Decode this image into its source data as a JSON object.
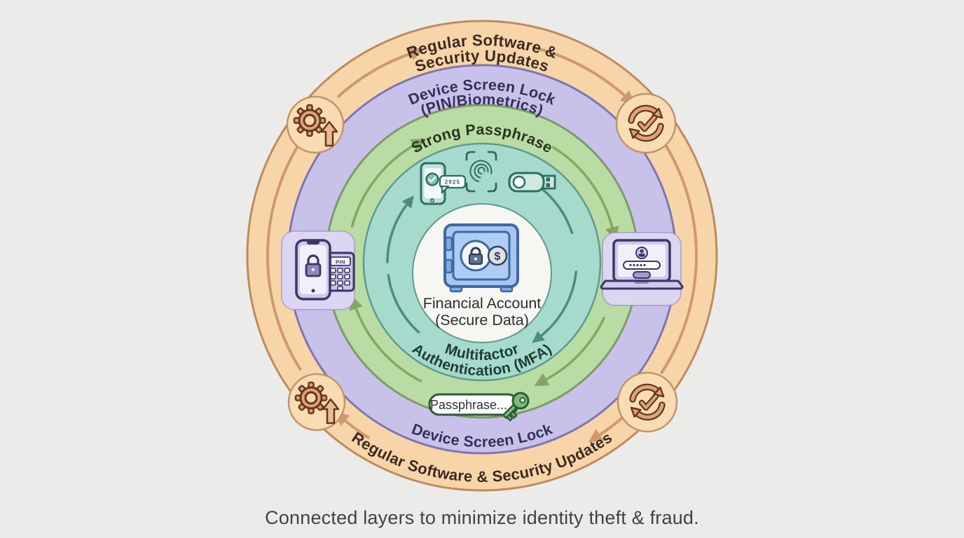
{
  "diagram": {
    "caption": "Connected layers to minimize identity theft & fraud.",
    "background_color": "#ebebe9",
    "center": {
      "title_line1": "Financial Account",
      "title_line2": "(Secure Data)",
      "icon": "safe-with-lock-and-dollar-icon",
      "currency_symbol": "$",
      "fill": "#f7f6f2"
    },
    "rings": {
      "updates": {
        "top_label_line1": "Regular Software &",
        "top_label_line2": "Security Updates",
        "bottom_label": "Regular Software & Security Updates",
        "fill": "#f8d5a8",
        "border": "#bf8a5c",
        "arrow_color": "#cf9a6b",
        "text_color": "#3a2a22",
        "icons": [
          "gear-update-icon",
          "refresh-check-icon"
        ]
      },
      "screen_lock": {
        "top_label_line1": "Device Screen Lock",
        "top_label_line2": "(PIN/Biometrics)",
        "bottom_label": "Device Screen Lock",
        "fill": "#c8c2ea",
        "border": "#8076ae",
        "text_color": "#342e5c",
        "icons": [
          "phone-lock-pin-icon",
          "laptop-login-icon"
        ]
      },
      "passphrase": {
        "top_label": "Strong Passphrase",
        "fill": "#b9dca4",
        "border": "#7d9a68",
        "arrow_color": "#83a566",
        "text_color": "#27351f",
        "icons": [
          "passphrase-field-icon",
          "key-icon"
        ]
      },
      "mfa": {
        "bottom_label_line1": "Multifactor",
        "bottom_label_line2": "Authentication (MFA)",
        "fill": "#a5dacc",
        "border": "#5f9a8c",
        "arrow_color": "#4e8b7f",
        "text_color": "#1e3b35",
        "icons": [
          "phone-otp-icon",
          "fingerprint-icon",
          "usb-security-key-icon"
        ]
      }
    },
    "widgets": {
      "passphrase_field": "Passphrase...",
      "pin_pad_display": "PIN",
      "otp_code": "2925"
    }
  }
}
